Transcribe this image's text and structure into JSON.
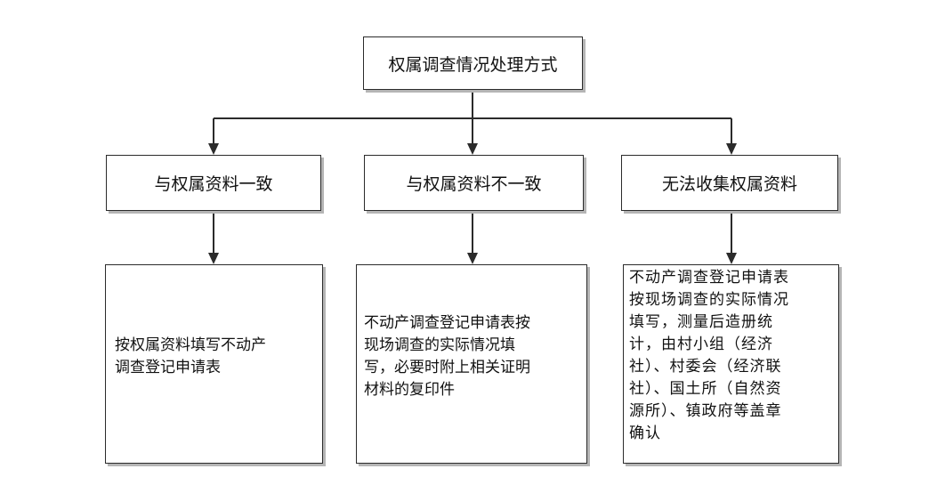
{
  "root": {
    "label": "权属调查情况处理方式"
  },
  "categories": [
    {
      "label": "与权属资料一致"
    },
    {
      "label": "与权属资料不一致"
    },
    {
      "label": "无法收集权属资料"
    }
  ],
  "details": [
    {
      "lines": [
        "按权属资料填写不动产",
        "调查登记申请表"
      ]
    },
    {
      "lines": [
        "不动产调查登记申请表按",
        "现场调查的实际情况填",
        "写，必要时附上相关证明",
        "材料的复印件"
      ]
    },
    {
      "lines": [
        "不动产调查登记申请表",
        "按现场调查的实际情况",
        "填写，测量后造册统",
        "计，由村小组（经济",
        "社）、村委会（经济联",
        "社）、国土所（自然资",
        "源所）、镇政府等盖章",
        "确认"
      ]
    }
  ]
}
